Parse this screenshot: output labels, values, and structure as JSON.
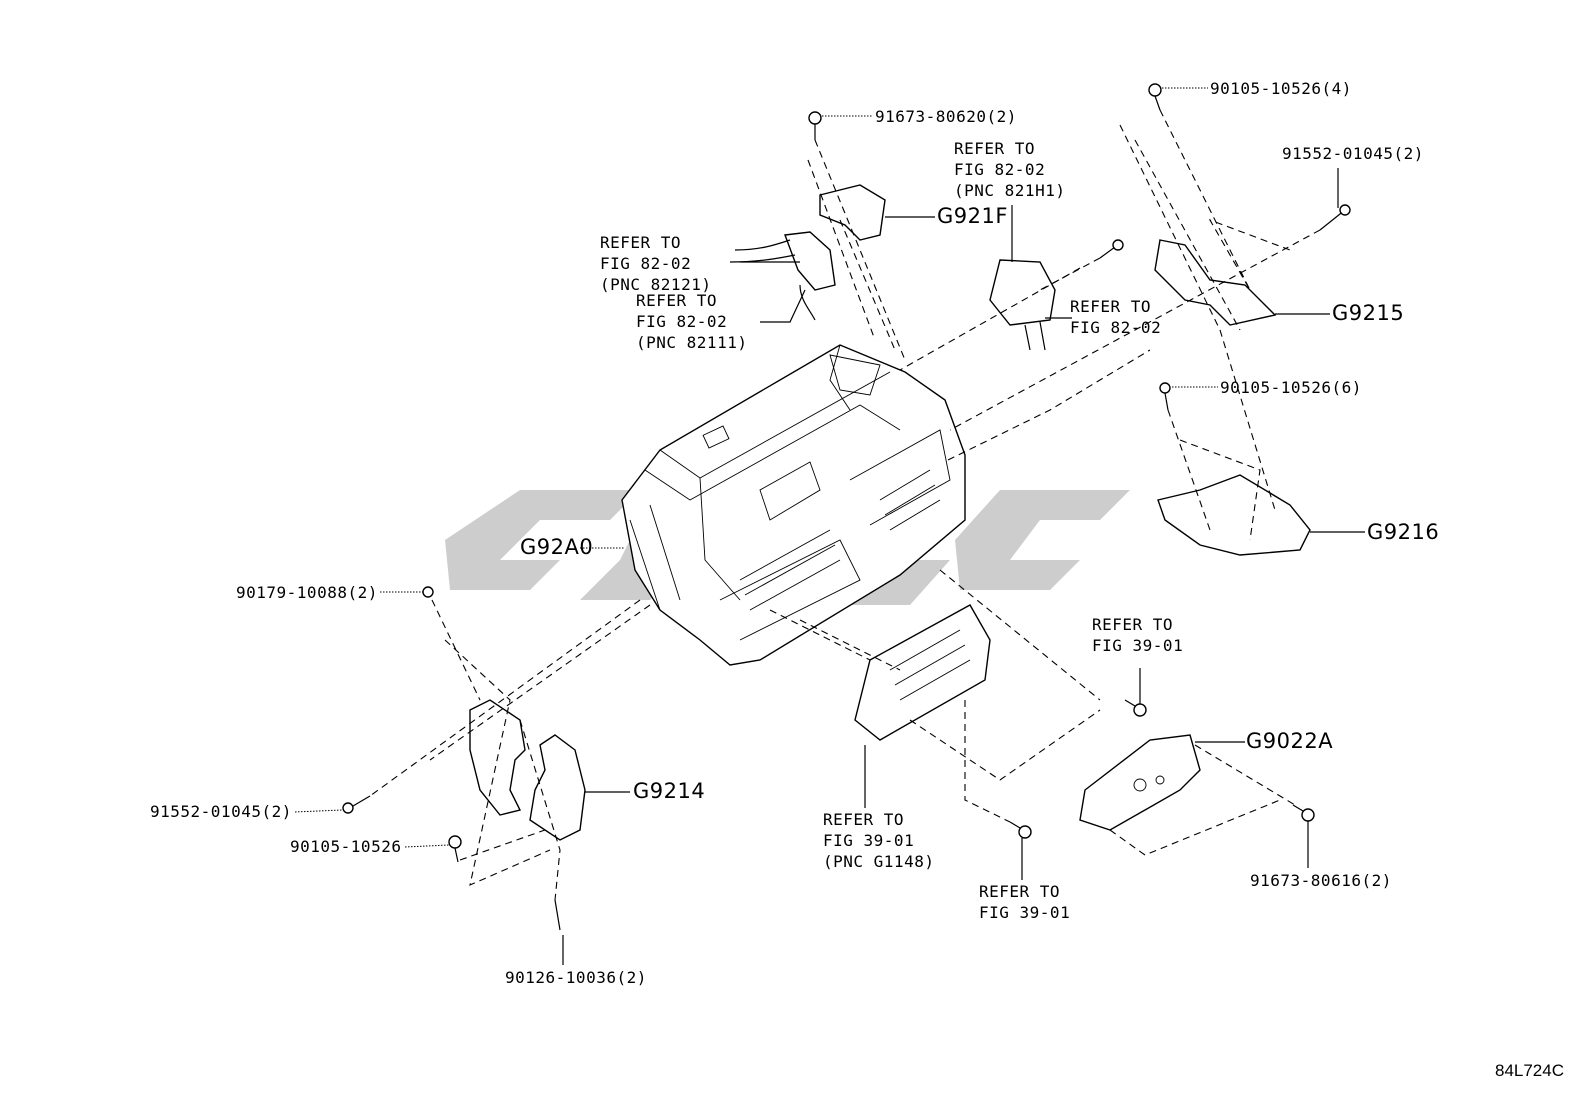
{
  "labels": {
    "bolt_91673_80620": "91673-80620(2)",
    "bolt_90105_10526_4": "90105-10526(4)",
    "bolt_91552_01045_top": "91552-01045(2)",
    "bolt_90105_10526_6": "90105-10526(6)",
    "nut_90179_10088": "90179-10088(2)",
    "bolt_91552_01045_left": "91552-01045(2)",
    "bolt_90105_10526": "90105-10526",
    "stud_90126_10036": "90126-10036(2)",
    "bolt_91673_80616": "91673-80616(2)",
    "refer_821h1": "REFER TO\nFIG 82-02\n(PNC 821H1)",
    "refer_82121": "REFER TO\nFIG 82-02\n(PNC 82121)",
    "refer_82111": "REFER TO\nFIG 82-02\n(PNC 82111)",
    "refer_82_02": "REFER TO\nFIG 82-02",
    "refer_39_01_top": "REFER TO\nFIG 39-01",
    "refer_g1148": "REFER TO\nFIG 39-01\n(PNC G1148)",
    "refer_39_01_bottom": "REFER TO\nFIG 39-01"
  },
  "part_numbers": {
    "g921f": "G921F",
    "g9215": "G9215",
    "g9216": "G9216",
    "g92a0": "G92A0",
    "g9214": "G9214",
    "g9022a": "G9022A"
  },
  "figure_code": "84L724C",
  "colors": {
    "line": "#000000",
    "watermark": "#c8c8c8",
    "background": "#ffffff"
  }
}
